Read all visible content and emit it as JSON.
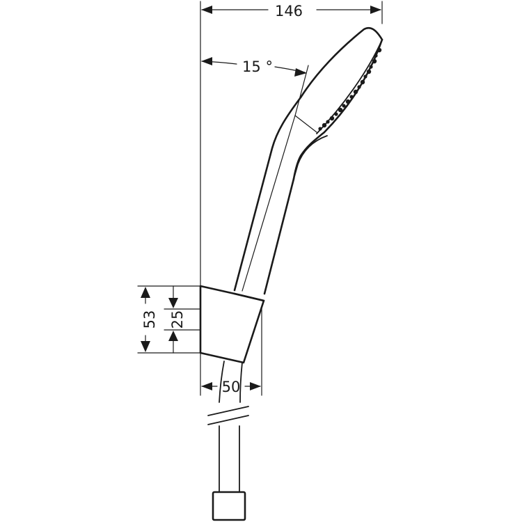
{
  "dimensions": {
    "total_width": "146",
    "angle": "15 °",
    "holder_height": "53",
    "holder_inner": "25",
    "holder_width": "50"
  },
  "colors": {
    "ink": "#1a1a1a",
    "background": "#ffffff"
  }
}
